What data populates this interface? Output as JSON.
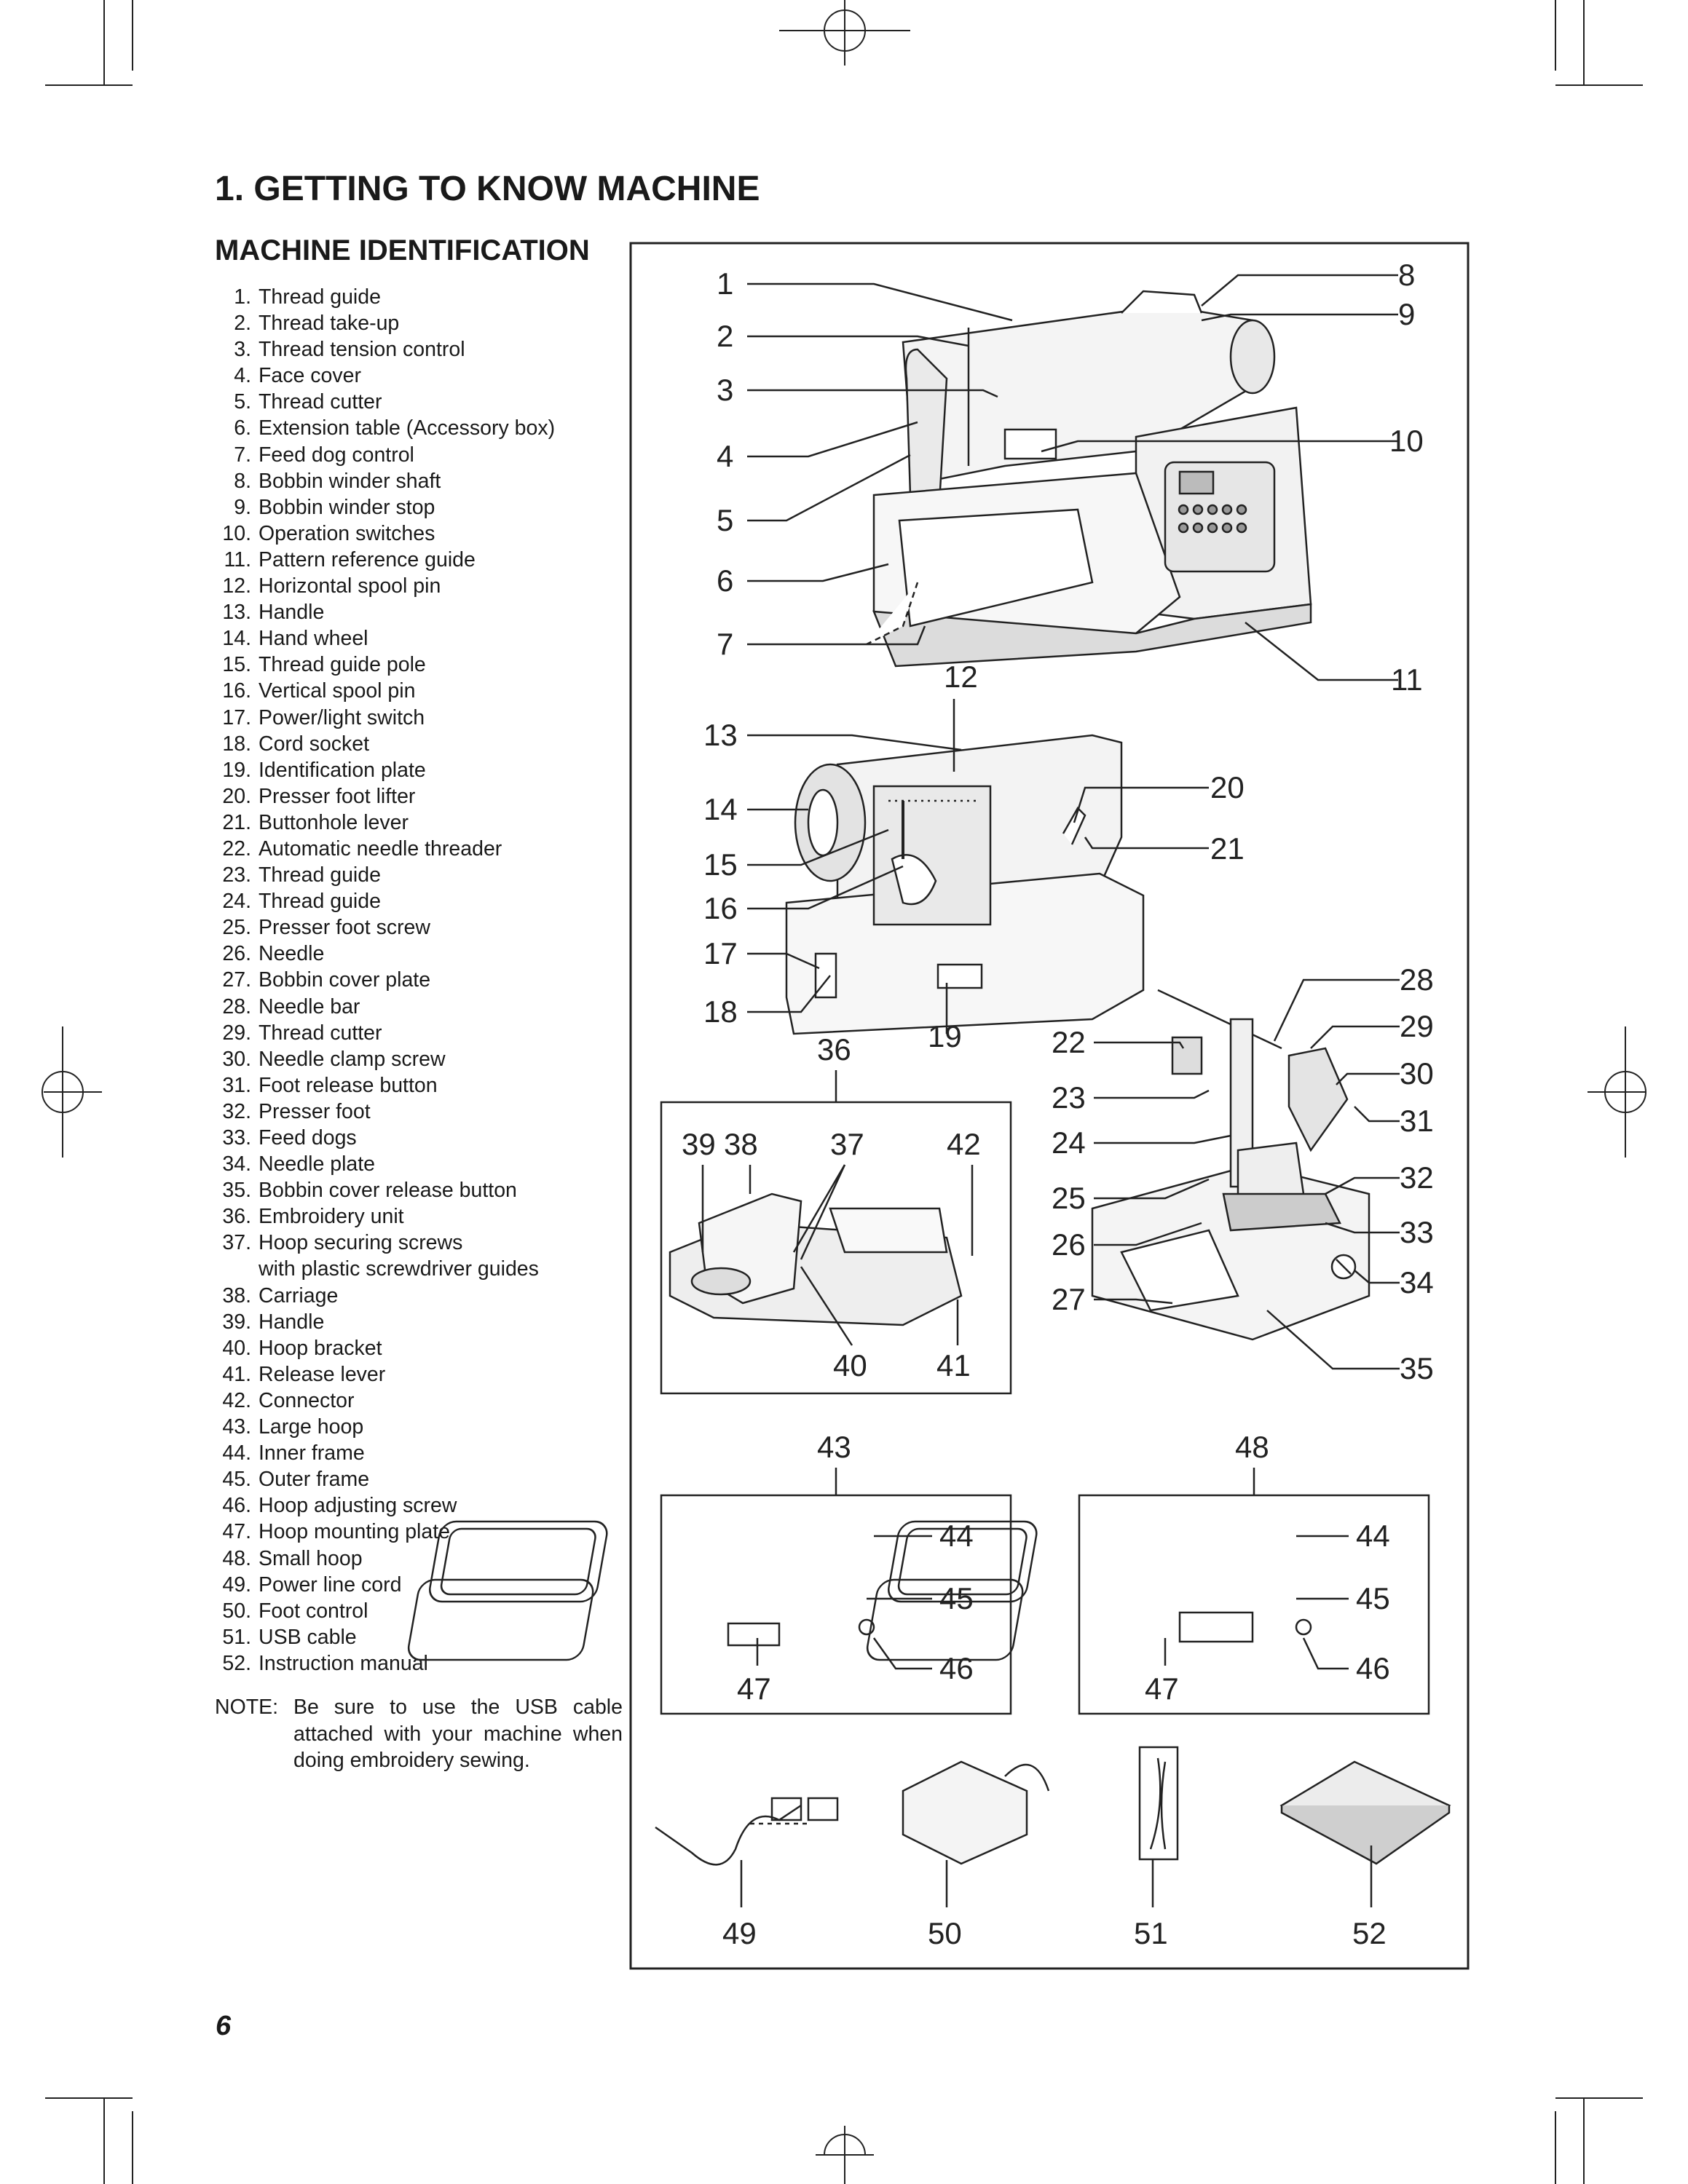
{
  "chapter_title": "1. GETTING TO KNOW MACHINE",
  "section_title": "MACHINE IDENTIFICATION",
  "parts": [
    {
      "num": "1.",
      "name": "Thread guide"
    },
    {
      "num": "2.",
      "name": "Thread take-up"
    },
    {
      "num": "3.",
      "name": "Thread tension control"
    },
    {
      "num": "4.",
      "name": "Face cover"
    },
    {
      "num": "5.",
      "name": "Thread cutter"
    },
    {
      "num": "6.",
      "name": "Extension table (Accessory box)"
    },
    {
      "num": "7.",
      "name": "Feed dog control"
    },
    {
      "num": "8.",
      "name": "Bobbin winder shaft"
    },
    {
      "num": "9.",
      "name": "Bobbin winder stop"
    },
    {
      "num": "10.",
      "name": "Operation switches"
    },
    {
      "num": "11.",
      "name": "Pattern reference guide"
    },
    {
      "num": "12.",
      "name": "Horizontal spool pin"
    },
    {
      "num": "13.",
      "name": "Handle"
    },
    {
      "num": "14.",
      "name": "Hand wheel"
    },
    {
      "num": "15.",
      "name": "Thread guide pole"
    },
    {
      "num": "16.",
      "name": "Vertical spool pin"
    },
    {
      "num": "17.",
      "name": "Power/light switch"
    },
    {
      "num": "18.",
      "name": "Cord socket"
    },
    {
      "num": "19.",
      "name": "Identification plate"
    },
    {
      "num": "20.",
      "name": "Presser foot lifter"
    },
    {
      "num": "21.",
      "name": "Buttonhole lever"
    },
    {
      "num": "22.",
      "name": "Automatic needle threader"
    },
    {
      "num": "23.",
      "name": "Thread guide"
    },
    {
      "num": "24.",
      "name": "Thread guide"
    },
    {
      "num": "25.",
      "name": "Presser foot screw"
    },
    {
      "num": "26.",
      "name": "Needle"
    },
    {
      "num": "27.",
      "name": "Bobbin cover plate"
    },
    {
      "num": "28.",
      "name": "Needle bar"
    },
    {
      "num": "29.",
      "name": "Thread cutter"
    },
    {
      "num": "30.",
      "name": "Needle clamp screw"
    },
    {
      "num": "31.",
      "name": "Foot release button"
    },
    {
      "num": "32.",
      "name": "Presser foot"
    },
    {
      "num": "33.",
      "name": "Feed dogs"
    },
    {
      "num": "34.",
      "name": "Needle plate"
    },
    {
      "num": "35.",
      "name": "Bobbin cover release button"
    },
    {
      "num": "36.",
      "name": "Embroidery unit"
    },
    {
      "num": "37.",
      "name": "Hoop securing screws"
    },
    {
      "num": "",
      "name": "with plastic screwdriver guides"
    },
    {
      "num": "38.",
      "name": "Carriage"
    },
    {
      "num": "39.",
      "name": "Handle"
    },
    {
      "num": "40.",
      "name": "Hoop bracket"
    },
    {
      "num": "41.",
      "name": "Release lever"
    },
    {
      "num": "42.",
      "name": "Connector"
    },
    {
      "num": "43.",
      "name": "Large hoop"
    },
    {
      "num": "44.",
      "name": "Inner frame"
    },
    {
      "num": "45.",
      "name": "Outer frame"
    },
    {
      "num": "46.",
      "name": "Hoop adjusting screw"
    },
    {
      "num": "47.",
      "name": "Hoop mounting plate"
    },
    {
      "num": "48.",
      "name": "Small hoop"
    },
    {
      "num": "49.",
      "name": "Power line cord"
    },
    {
      "num": "50.",
      "name": "Foot control"
    },
    {
      "num": "51.",
      "name": "USB cable"
    },
    {
      "num": "52.",
      "name": "Instruction manual"
    }
  ],
  "note": {
    "label": "NOTE:",
    "text": "Be sure to use the USB cable attached with your machine when doing embroidery sewing."
  },
  "page_number": "6",
  "figure_labels": {
    "l1": "1",
    "l2": "2",
    "l3": "3",
    "l4": "4",
    "l5": "5",
    "l6": "6",
    "l7": "7",
    "l8": "8",
    "l9": "9",
    "l10": "10",
    "l11": "11",
    "l12": "12",
    "l13": "13",
    "l14": "14",
    "l15": "15",
    "l16": "16",
    "l17": "17",
    "l18": "18",
    "l19": "19",
    "l20": "20",
    "l21": "21",
    "l22": "22",
    "l23": "23",
    "l24": "24",
    "l25": "25",
    "l26": "26",
    "l27": "27",
    "l28": "28",
    "l29": "29",
    "l30": "30",
    "l31": "31",
    "l32": "32",
    "l33": "33",
    "l34": "34",
    "l35": "35",
    "l36": "36",
    "l37": "37",
    "l38": "38",
    "l39": "39",
    "l40": "40",
    "l41": "41",
    "l42": "42",
    "l43": "43",
    "l44a": "44",
    "l45a": "45",
    "l46a": "46",
    "l47a": "47",
    "l48": "48",
    "l44b": "44",
    "l45b": "45",
    "l46b": "46",
    "l47b": "47",
    "l49": "49",
    "l50": "50",
    "l51": "51",
    "l52": "52"
  }
}
